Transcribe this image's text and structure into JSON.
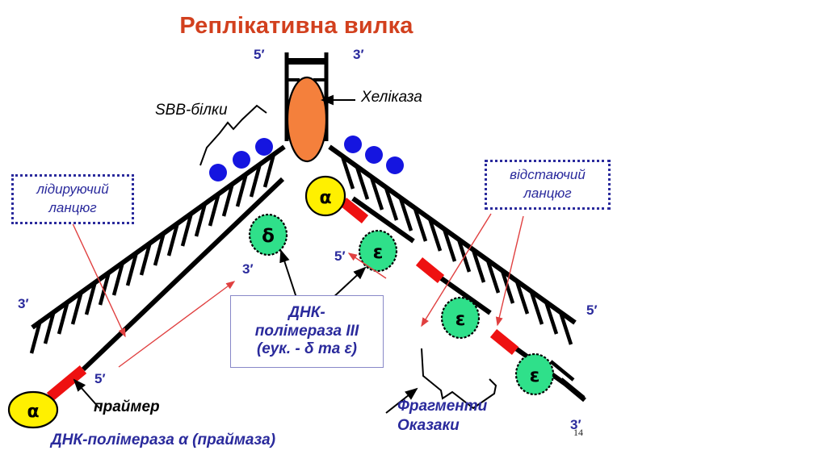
{
  "page": {
    "title": "Реплікативна вилка",
    "title_color": "#D2401E",
    "page_number": "14",
    "background": "#FFFFFF"
  },
  "palette": {
    "label_blue": "#2A2A9C",
    "ssb_blue": "#1515E0",
    "helicase_orange": "#F4803C",
    "polymerase_green": "#2FE08A",
    "primase_yellow": "#FFF000",
    "primer_red": "#EE1111",
    "strand_black": "#000000",
    "pointer_red": "#E04040"
  },
  "fork": {
    "top_left_end_label": "5′",
    "top_right_end_label": "3′",
    "left_outer_end_label": "3′",
    "left_inner_end_label": "5′",
    "right_outer_end_label": "5′",
    "right_inner_end_label": "3′",
    "leading_inner_label": "3′",
    "lagging_inner_label": "5′"
  },
  "enzymes": {
    "helicase_label": "Хеліказа",
    "ssb_label": "SBB-білки",
    "primase_glyph": "α",
    "pol_delta_glyph": "δ",
    "pol_epsilon_glyph": "ε",
    "epsilon_count": 3,
    "ssb_circle_count_left": 3,
    "ssb_circle_count_right": 3
  },
  "callouts": {
    "leading_strand": "лідируючий\nланцюг",
    "lagging_strand": "відстаючий\nланцюг",
    "pol3_box": "ДНК-\nполімераза III\n(еук. - δ та ε)",
    "primer": "праймер",
    "okazaki": "Фрагменти\nОказаки",
    "pol_alpha_caption": "ДНК-полімераза α (праймаза)"
  }
}
